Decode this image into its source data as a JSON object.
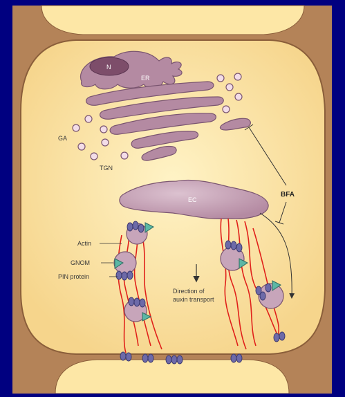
{
  "labels": {
    "nucleus": "N",
    "er": "ER",
    "ga": "GA",
    "tgn": "TGN",
    "ec": "EC",
    "bfa": "BFA",
    "actin": "Actin",
    "gnom": "GNOM",
    "pin": "PIN protein",
    "direction_line1": "Direction of",
    "direction_line2": "auxin transport"
  },
  "colors": {
    "background": "#000080",
    "cell_wall": "#b48358",
    "cytoplasm": "#fde7a6",
    "organelle": "#b48aa2",
    "organelle_stroke": "#7a5570",
    "actin": "#e0201a",
    "pin": "#6d6aa8",
    "gnom": "#5bb7a5"
  }
}
